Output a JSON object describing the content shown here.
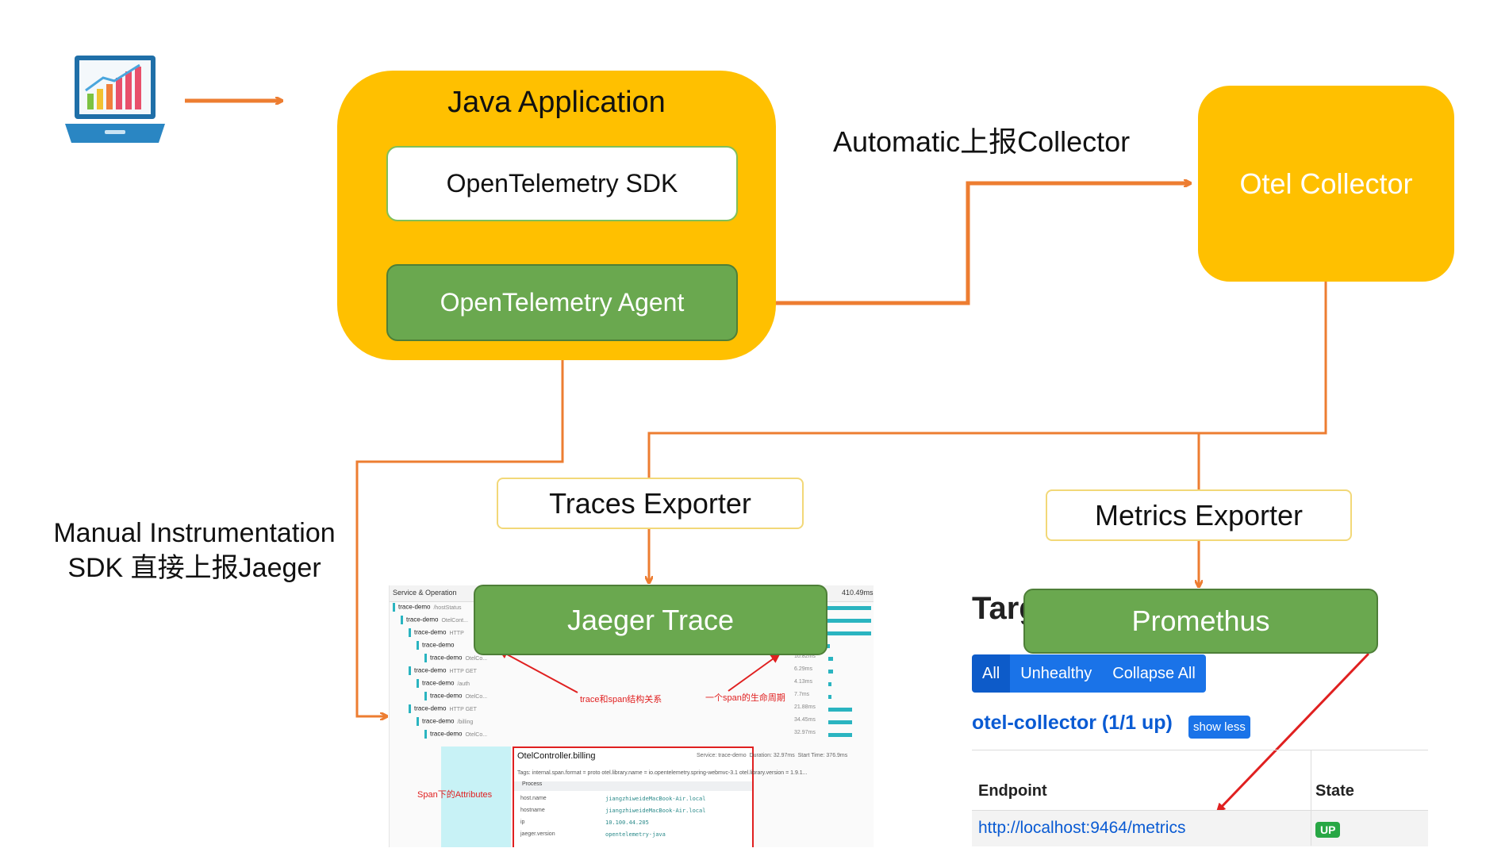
{
  "java_app": {
    "title": "Java  Application",
    "sdk_label": "OpenTelemetry SDK",
    "agent_label": "OpenTelemetry Agent"
  },
  "collector": {
    "label": "Otel Collector"
  },
  "labels": {
    "automatic": "Automatic上报Collector",
    "manual_line1": "Manual Instrumentation",
    "manual_line2": "SDK 直接上报Jaeger"
  },
  "exporters": {
    "traces": "Traces Exporter",
    "metrics": "Metrics Exporter"
  },
  "jaeger": {
    "box_label": "Jaeger Trace",
    "service_header": "Service & Operation",
    "duration_header": "410.49ms",
    "rows": [
      {
        "svc": "trace-demo",
        "op": "/hostStatus"
      },
      {
        "svc": "trace-demo",
        "op": "OtelCont..."
      },
      {
        "svc": "trace-demo",
        "op": "HTTP"
      },
      {
        "svc": "trace-demo",
        "op": ""
      },
      {
        "svc": "trace-demo",
        "op": "OtelCo..."
      },
      {
        "svc": "trace-demo",
        "op": "HTTP GET"
      },
      {
        "svc": "trace-demo",
        "op": "/auth"
      },
      {
        "svc": "trace-demo",
        "op": "OtelCo..."
      },
      {
        "svc": "trace-demo",
        "op": "HTTP GET"
      },
      {
        "svc": "trace-demo",
        "op": "/billing"
      },
      {
        "svc": "trace-demo",
        "op": "OtelCo..."
      }
    ],
    "timings": [
      "10.82ms",
      "6.29ms",
      "4.13ms",
      "7.7ms",
      "21.88ms",
      "34.45ms",
      "32.97ms"
    ],
    "note_structure": "trace和span结构关系",
    "note_lifecycle": "一个span的生命周期",
    "note_attributes": "Span下的Attributes",
    "detail": {
      "title": "OtelController.billing",
      "service": "Service: trace-demo",
      "duration": "Duration: 32.97ms",
      "start": "Start Time: 376.9ms",
      "tags": "Tags: internal.span.format = proto   otel.library.name = io.opentelemetry.spring-webmvc-3.1   otel.library.version = 1.9.1...",
      "process_label": "Process",
      "kv": [
        {
          "k": "host.name",
          "v": "jiangzhiweideMacBook-Air.local"
        },
        {
          "k": "hostname",
          "v": "jiangzhiweideMacBook-Air.local"
        },
        {
          "k": "ip",
          "v": "10.100.44.205"
        },
        {
          "k": "jaeger.version",
          "v": "opentelemetry-java"
        }
      ]
    }
  },
  "prometheus": {
    "box_label": "Promethus",
    "heading_fragment": "Targ",
    "buttons": [
      "All",
      "Unhealthy",
      "Collapse All"
    ],
    "collector_link": "otel-collector (1/1 up)",
    "show_less": "show less",
    "col_endpoint": "Endpoint",
    "col_state": "State",
    "endpoint": "http://localhost:9464/metrics",
    "state": "UP"
  },
  "colors": {
    "orange_line": "#ED7D31",
    "yellow": "#FFC000",
    "green": "#6AA84F",
    "red_annot": "#E02020",
    "link_blue": "#0A5BD3"
  }
}
